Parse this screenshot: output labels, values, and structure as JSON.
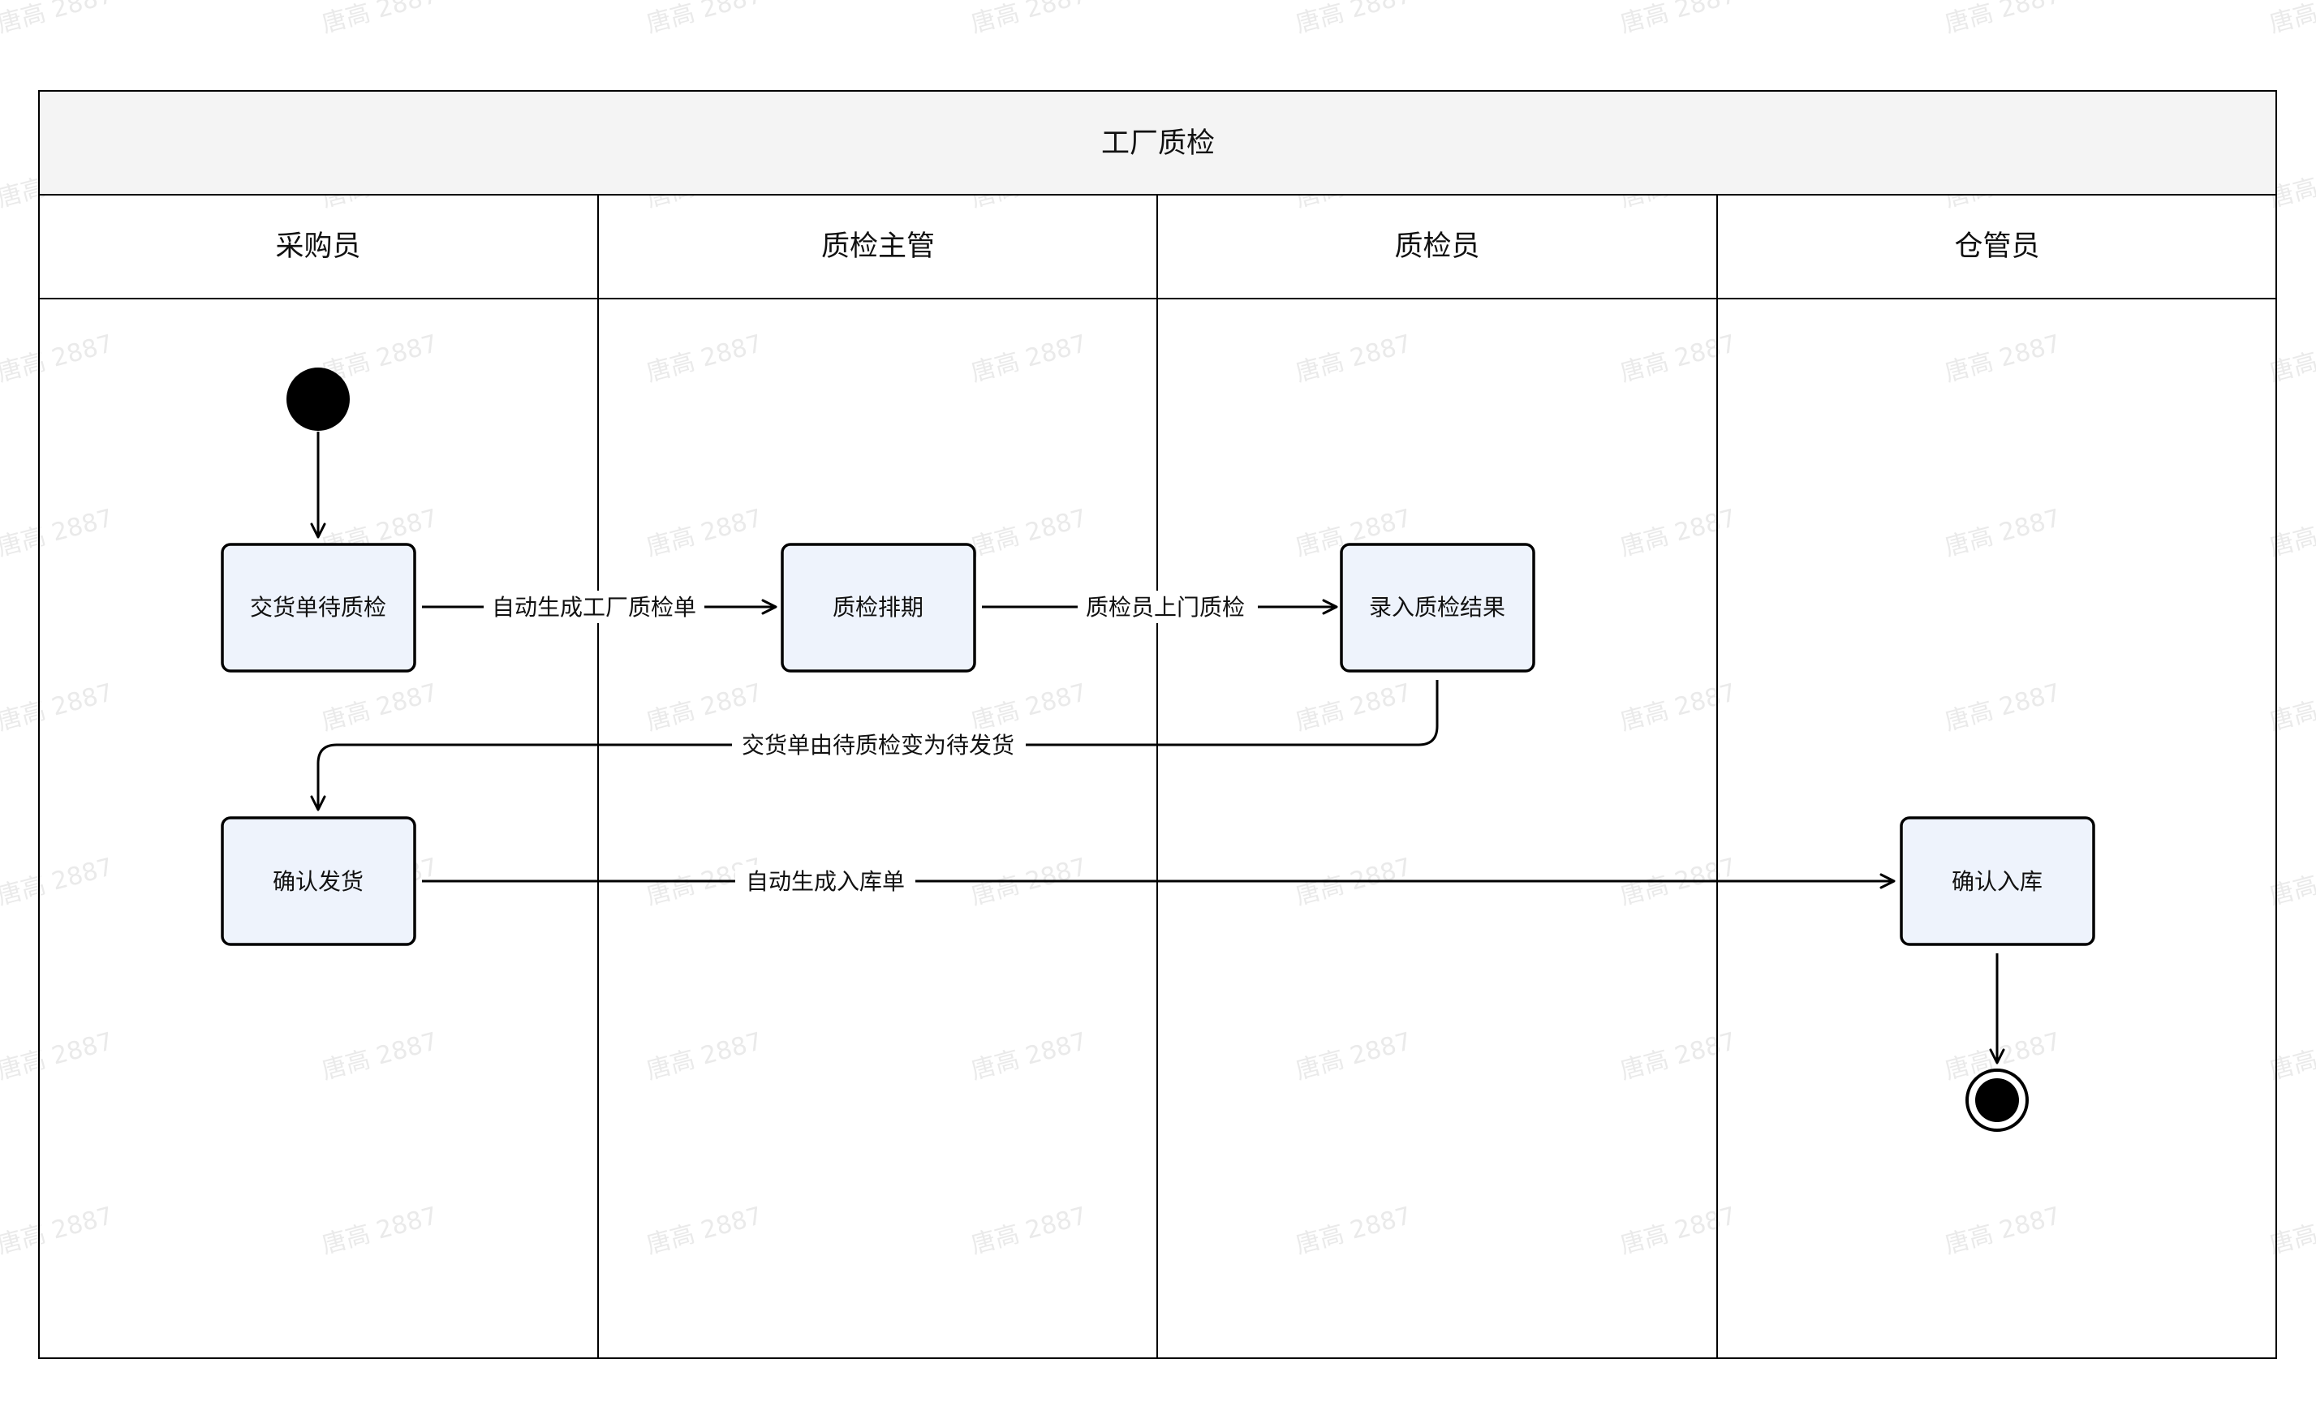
{
  "diagram": {
    "title": "工厂质检",
    "lanes": [
      {
        "id": "buyer",
        "label": "采购员"
      },
      {
        "id": "qc_supervisor",
        "label": "质检主管"
      },
      {
        "id": "inspector",
        "label": "质检员"
      },
      {
        "id": "warehouse",
        "label": "仓管员"
      }
    ],
    "nodes": [
      {
        "id": "n1",
        "label": "交货单待质检",
        "lane": "buyer"
      },
      {
        "id": "n2",
        "label": "质检排期",
        "lane": "qc_supervisor"
      },
      {
        "id": "n3",
        "label": "录入质检结果",
        "lane": "inspector"
      },
      {
        "id": "n4",
        "label": "确认发货",
        "lane": "buyer"
      },
      {
        "id": "n5",
        "label": "确认入库",
        "lane": "warehouse"
      }
    ],
    "edges": [
      {
        "from": "start",
        "to": "n1",
        "label": ""
      },
      {
        "from": "n1",
        "to": "n2",
        "label": "自动生成工厂质检单"
      },
      {
        "from": "n2",
        "to": "n3",
        "label": "质检员上门质检"
      },
      {
        "from": "n3",
        "to": "n4",
        "label": "交货单由待质检变为待发货"
      },
      {
        "from": "n4",
        "to": "n5",
        "label": "自动生成入库单"
      },
      {
        "from": "n5",
        "to": "end",
        "label": ""
      }
    ],
    "watermark": "唐高 2887",
    "colors": {
      "node_fill": "#eef3fc",
      "header_fill": "#f4f4f4",
      "stroke": "#000000"
    }
  }
}
